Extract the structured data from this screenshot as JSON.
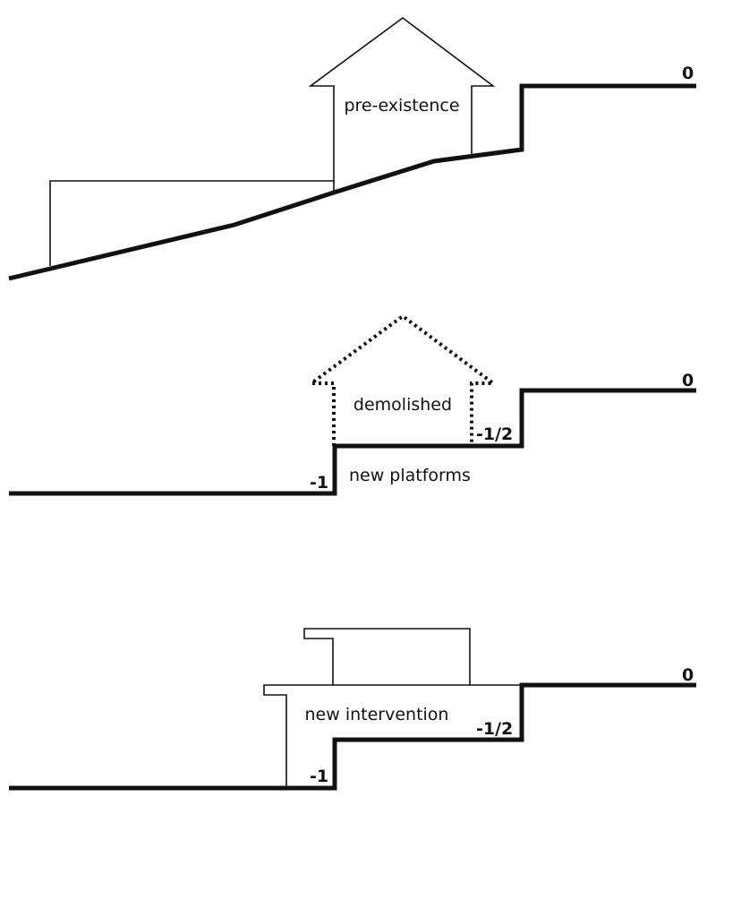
{
  "panels": [
    {
      "id": "pre-existence",
      "house_label": "pre-existence",
      "level_top": "0"
    },
    {
      "id": "demolition",
      "house_label": "demolished",
      "platforms_label": "new platforms",
      "level_top": "0",
      "level_mid": "-1/2",
      "level_low": "-1"
    },
    {
      "id": "intervention",
      "building_label": "new intervention",
      "level_top": "0",
      "level_mid": "-1/2",
      "level_low": "-1"
    }
  ]
}
